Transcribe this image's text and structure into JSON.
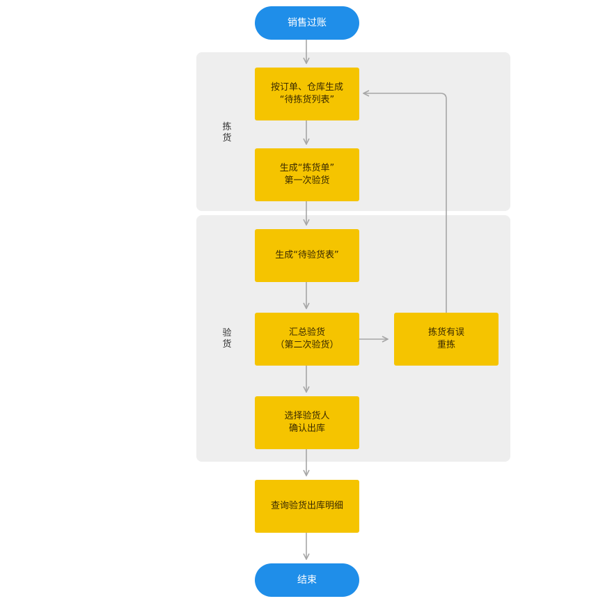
{
  "colors": {
    "terminal": "#1f8ee9",
    "process": "#f5c400",
    "lane_bg": "#eeeeee",
    "connector": "#a6a6a6"
  },
  "lanes": {
    "picking": "拣\n货",
    "inspection": "验\n货"
  },
  "nodes": {
    "start": "销售过账",
    "gen_pick_list": "按订单、仓库生成\n“待拣货列表”",
    "gen_pick_order": "生成“拣货单”\n第一次验货",
    "gen_inspect_list": "生成“待验货表”",
    "summary_inspect": "汇总验货\n（第二次验货）",
    "pick_error": "拣货有误\n重拣",
    "select_inspector": "选择验货人\n确认出库",
    "query_detail": "查询验货出库明细",
    "end": "结束"
  }
}
